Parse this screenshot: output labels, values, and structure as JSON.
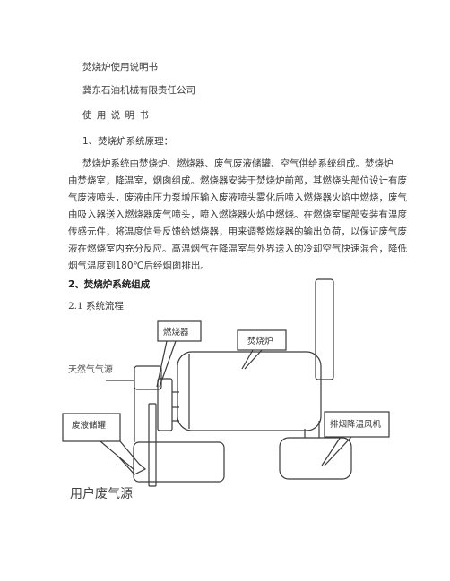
{
  "doc": {
    "title": "焚烧炉使用说明书",
    "company": "冀东石油机械有限责任公司",
    "subtitle": "使 用 说 明 书",
    "section1": "1、焚烧炉系统原理：",
    "body_lines": [
      "焚烧炉系统由焚烧炉、燃烧器、废气废液储罐、空气供给系统组成。焚烧炉",
      "由焚烧室，降温室，烟囱组成。燃烧器安装于焚烧炉前部，其燃烧头部位设计有废",
      "气废液喷头，废液由压力泵增压输入废液喷头雾化后喷入燃烧器火焰中燃烧，废气",
      "由吸入器送入燃烧器废气喷头，喷入燃烧器火焰中燃烧。在燃烧室尾部安装有温度",
      "传感元件，将温度信号反馈给燃烧器，用来调整燃烧器的输出负荷，以保证废气废",
      "液在燃烧室内充分反应。高温烟气在降温室与外界送入的冷却空气快速混合，降低",
      "烟气温度到180℃后经烟囱排出。"
    ],
    "section2": "2、焚烧炉系统组成",
    "section21": "2.1 系统流程"
  },
  "diagram": {
    "burner": "燃烧器",
    "incinerator": "焚烧炉",
    "gas_source": "天然气气源",
    "waste_tank": "废液储罐",
    "exhaust_fan": "排烟降温风机",
    "user_gas": "用户废气源"
  }
}
